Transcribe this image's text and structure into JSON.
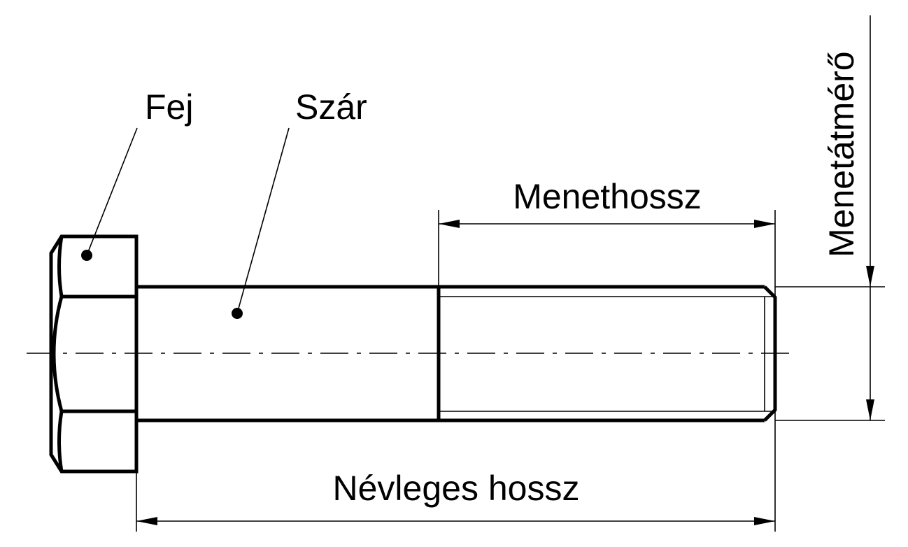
{
  "labels": {
    "head": "Fej",
    "shank": "Szár",
    "thread_length": "Menethossz",
    "nominal_length": "Névleges hossz",
    "thread_diameter": "Menetátmérő"
  },
  "colors": {
    "line": "#000000",
    "background": "#ffffff"
  }
}
